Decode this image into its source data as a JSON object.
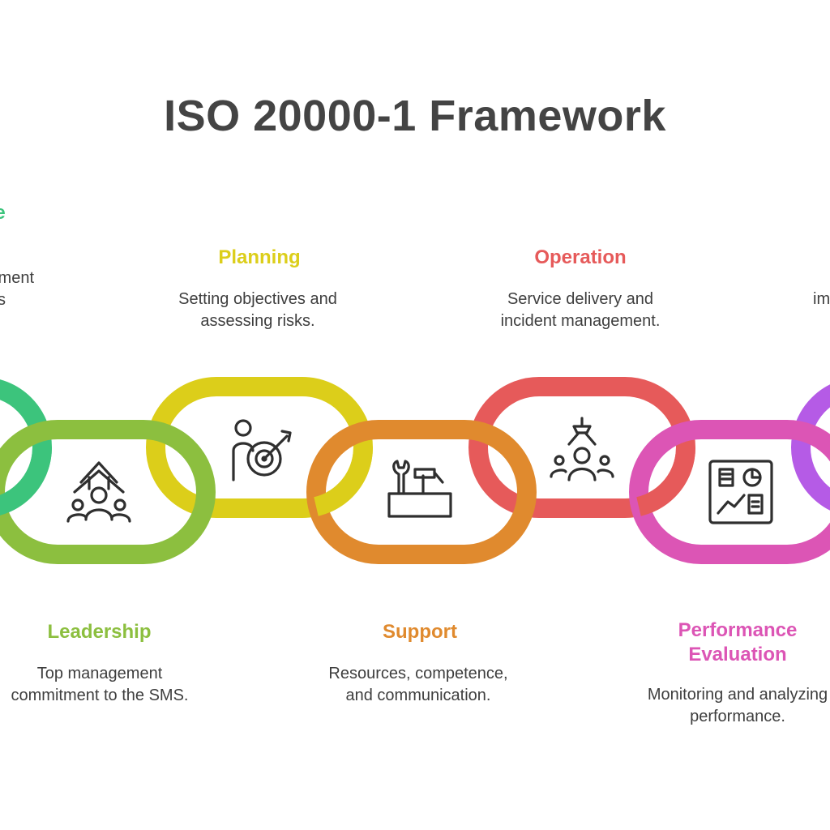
{
  "title": "ISO 20000-1 Framework",
  "stages": [
    {
      "id": "context",
      "label": "e",
      "desc": [
        "ment",
        "s"
      ],
      "color": "#3cc47c"
    },
    {
      "id": "leadership",
      "label": "Leadership",
      "desc": [
        "Top management",
        "commitment to the SMS."
      ],
      "color": "#8cbf3f",
      "icon": "leader-growth-icon"
    },
    {
      "id": "planning",
      "label": "Planning",
      "desc": [
        "Setting objectives and",
        "assessing risks."
      ],
      "color": "#dcce1a",
      "icon": "target-person-icon"
    },
    {
      "id": "support",
      "label": "Support",
      "desc": [
        "Resources, competence,",
        "and communication."
      ],
      "color": "#e08a2e",
      "icon": "toolbox-icon"
    },
    {
      "id": "operation",
      "label": "Operation",
      "desc": [
        "Service delivery and",
        "incident management."
      ],
      "color": "#e65a5a",
      "icon": "robot-arm-team-icon"
    },
    {
      "id": "performance",
      "label": [
        "Performance",
        "Evaluation"
      ],
      "desc": [
        "Monitoring and analyzing",
        "performance."
      ],
      "color": "#dc55b5",
      "icon": "dashboard-icon"
    },
    {
      "id": "improvement",
      "label": "",
      "desc": [
        "im"
      ],
      "color": "#b55be6"
    }
  ]
}
